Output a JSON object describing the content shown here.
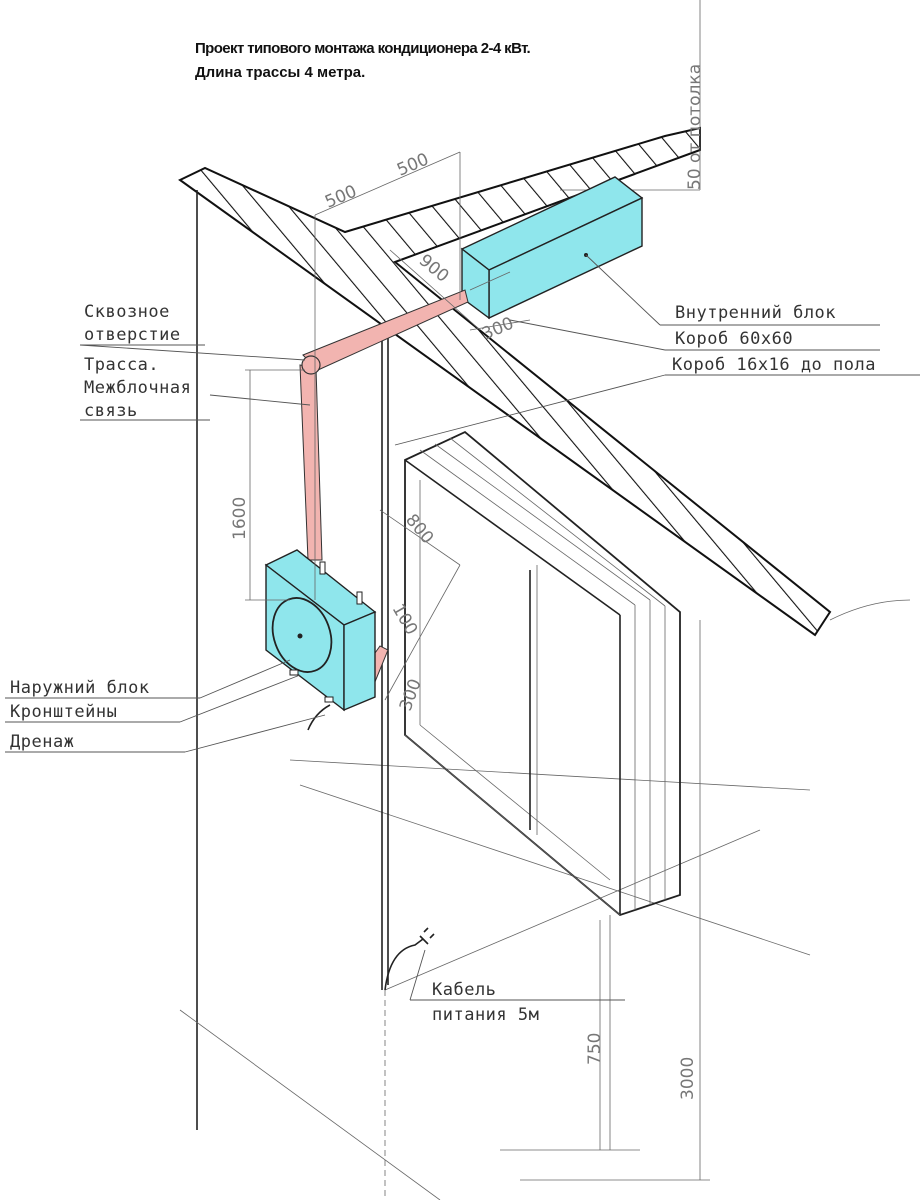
{
  "header": {
    "title": "Проект типового монтажа кондиционера 2-4 кВт.",
    "subtitle": "Длина трассы 4 метра."
  },
  "labels": {
    "through_hole_1": "Сквозное",
    "through_hole_2": "отверстие",
    "route_1": "Трасса.",
    "route_2": "Межблочная",
    "route_3": "связь",
    "indoor_unit": "Внутренний блок",
    "duct_60": "Короб 60х60",
    "duct_16": "Короб 16х16 до пола",
    "outdoor_unit": "Наружний блок",
    "brackets": "Кронштейны",
    "drain": "Дренаж",
    "cable_1": "Кабель",
    "cable_2": "питания 5м"
  },
  "dimensions": {
    "from_ceiling": "50 от потолка",
    "d500a": "500",
    "d500b": "500",
    "d900": "900",
    "d300top": "300",
    "d1600": "1600",
    "d800": "800",
    "d100": "100",
    "d300": "300",
    "d750": "750",
    "d3000": "3000"
  },
  "colors": {
    "unit_fill": "#8fe6ec",
    "pipe_fill": "#f2b4b0"
  }
}
